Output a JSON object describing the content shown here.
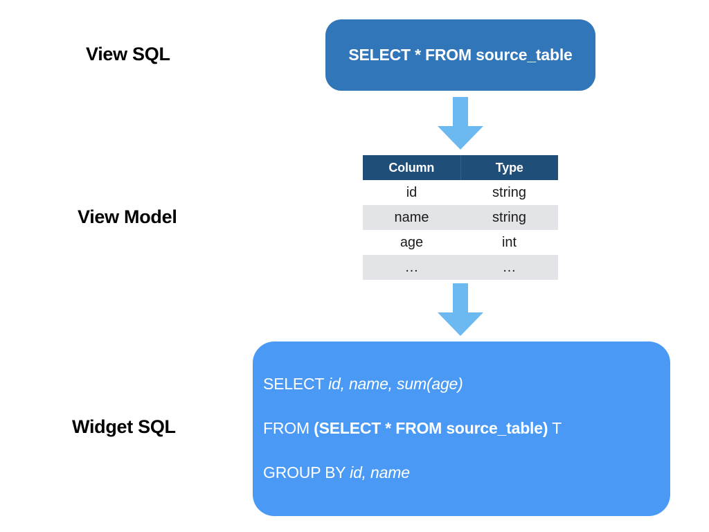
{
  "labels": {
    "view_sql": "View SQL",
    "view_model": "View Model",
    "widget_sql": "Widget SQL"
  },
  "view_sql_box": {
    "text": "SELECT * FROM source_table",
    "background_color": "#3176b8",
    "text_color": "#ffffff"
  },
  "arrows": {
    "first": "arrow-down-icon",
    "second": "arrow-down-icon",
    "color": "#6cb8f0"
  },
  "view_model_table": {
    "headers": [
      "Column",
      "Type"
    ],
    "header_background": "#1f4e79",
    "alt_row_background": "#e3e4e8",
    "rows": [
      {
        "column": "id",
        "type": "string"
      },
      {
        "column": "name",
        "type": "string"
      },
      {
        "column": "age",
        "type": "int"
      },
      {
        "column": "…",
        "type": "…"
      }
    ]
  },
  "widget_sql_box": {
    "background_color": "#4a9af5",
    "text_color": "#ffffff",
    "lines": [
      {
        "segments": [
          {
            "text": "SELECT ",
            "style": "plain"
          },
          {
            "text": "id, name, sum(age)",
            "style": "italic"
          }
        ]
      },
      {
        "segments": [
          {
            "text": "FROM ",
            "style": "plain"
          },
          {
            "text": "(SELECT * FROM source_table)",
            "style": "bold"
          },
          {
            "text": " T",
            "style": "plain"
          }
        ]
      },
      {
        "segments": [
          {
            "text": "GROUP BY ",
            "style": "plain"
          },
          {
            "text": "id, name",
            "style": "italic"
          }
        ]
      }
    ]
  }
}
